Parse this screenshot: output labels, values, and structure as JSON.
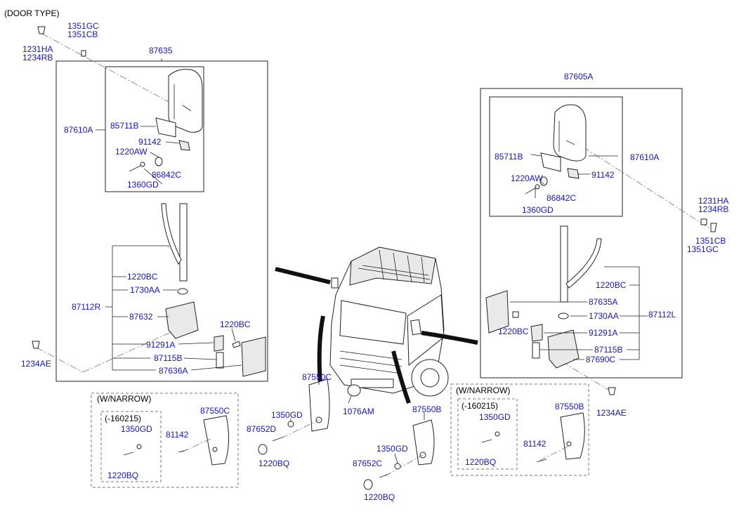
{
  "diagram": {
    "header": "(DOOR TYPE)",
    "left_assembly": {
      "box_label": "87635",
      "mirror": "87610A",
      "glass": "85711B",
      "bracket": "91142",
      "screw": "1220AW",
      "cap": "86842C",
      "washer": "1360GD",
      "stay_group": "87112R",
      "stay_parts": [
        "1220BC",
        "1730AA",
        "87632",
        "91291A",
        "87115B",
        "87636A"
      ],
      "bolt_side": "1220BC",
      "top_bolt": [
        "1231HA",
        "1234RB"
      ],
      "top_nut": [
        "1351GC",
        "1351CB"
      ],
      "bottom_bolt": "1234AE"
    },
    "right_assembly": {
      "box_label": "87605A",
      "mirror": "87610A",
      "glass": "85711B",
      "bracket": "91142",
      "screw": "1220AW",
      "cap": "86842C",
      "washer": "1360GD",
      "stay_group": "87112L",
      "stay_parts": [
        "1220BC",
        "87635A",
        "1730AA",
        "91291A",
        "87115B",
        "87690C"
      ],
      "bolt_side": "1220BC",
      "top_bolt": [
        "1231HA",
        "1234RB"
      ],
      "top_nut": [
        "1351CB",
        "1351GC"
      ],
      "bottom_bolt": "1234AE"
    },
    "left_narrow": {
      "title": "(W/NARROW)",
      "sub_title": "(-160215)",
      "washer": "1350GD",
      "bolt": "1220BQ",
      "screw": "81142",
      "flap": "87550C"
    },
    "right_narrow": {
      "title": "(W/NARROW)",
      "sub_title": "(-160215)",
      "washer": "1350GD",
      "bolt": "1220BQ",
      "screw": "81142",
      "flap": "87550B"
    },
    "center": {
      "flap_left": "87550C",
      "washer_left": "1350GD",
      "plug": "1076AM",
      "cap_left": "87652D",
      "bolt_left": "1220BQ",
      "flap_right": "87550B",
      "washer_right": "1350GD",
      "cap_right": "87652C",
      "bolt_right": "1220BQ"
    }
  }
}
